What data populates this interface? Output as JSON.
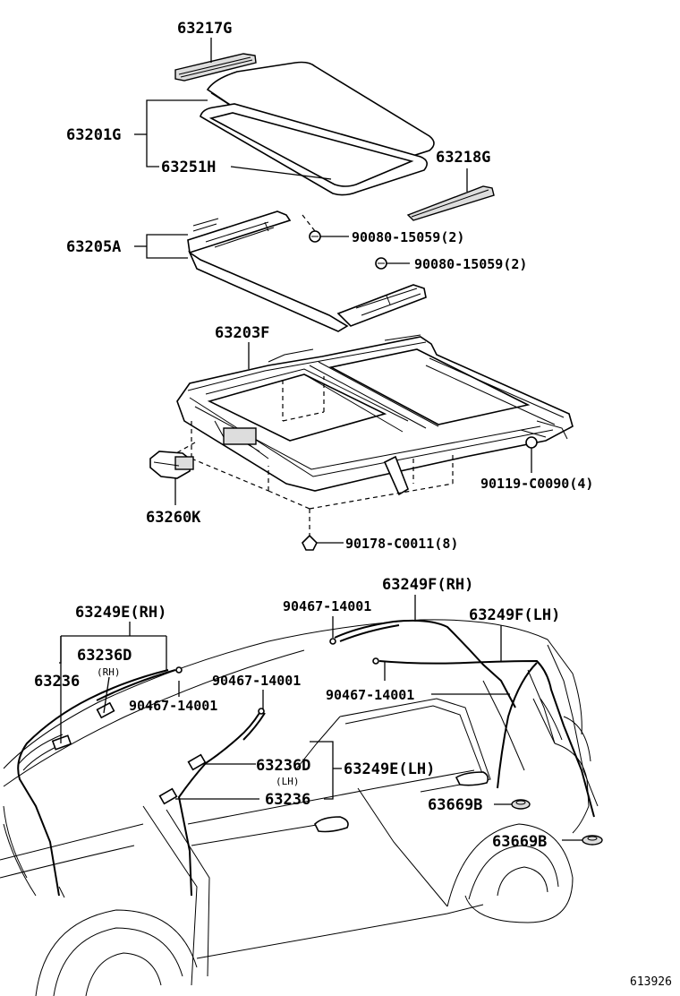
{
  "labels": {
    "p63217G": "63217G",
    "p63201G": "63201G",
    "p63251H": "63251H",
    "p63218G": "63218G",
    "p63205A": "63205A",
    "p90080a": "90080-15059(2)",
    "p90080b": "90080-15059(2)",
    "p63203F": "63203F",
    "p63260K": "63260K",
    "p90119": "90119-C0090(4)",
    "p90178": "90178-C0011(8)",
    "p63249F_RH": "63249F(RH)",
    "p63249E_RH": "63249E(RH)",
    "p90467a": "90467-14001",
    "p63249F_LH": "63249F(LH)",
    "p63236D_top": "63236D",
    "rh_note": "(RH)",
    "p63236_top": "63236",
    "p90467b": "90467-14001",
    "p90467c": "90467-14001",
    "p90467d": "90467-14001",
    "p63236D_lh": "63236D",
    "lh_note": "(LH)",
    "p63249E_LH": "63249E(LH)",
    "p63236_lh": "63236",
    "p63669B_a": "63669B",
    "p63669B_b": "63669B",
    "figure_id": "613926"
  }
}
